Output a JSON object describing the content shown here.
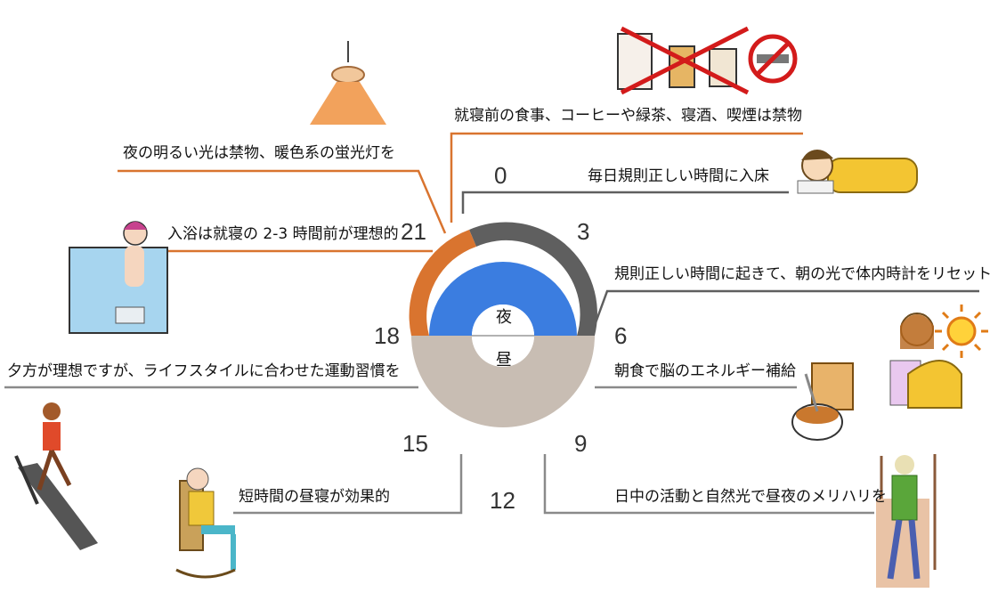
{
  "center": {
    "night": "夜",
    "day": "昼"
  },
  "hours": {
    "h0": "0",
    "h3": "3",
    "h6": "6",
    "h9": "9",
    "h12": "12",
    "h15": "15",
    "h18": "18",
    "h21": "21"
  },
  "labels": {
    "before_bed": "就寝前の食事、コーヒーや緑茶、寝酒、喫煙は禁物",
    "bright_light": "夜の明るい光は禁物、暖色系の蛍光灯を",
    "regular_bedtime": "毎日規則正しい時間に入床",
    "bath": "入浴は就寝の 2-3 時間前が理想的",
    "wake_reset": "規則正しい時間に起きて、朝の光で体内時計をリセット",
    "exercise": "夕方が理想ですが、ライフスタイルに合わせた運動習慣を",
    "breakfast": "朝食で脳のエネルギー補給",
    "nap": "短時間の昼寝が効果的",
    "daytime": "日中の活動と自然光で昼夜のメリハリを"
  },
  "colors": {
    "orange": "#d9742f",
    "gray": "#5f5f5f",
    "blue": "#3b7de0",
    "beige": "#c8bdb3",
    "line_gray": "#8a8a8a"
  },
  "icons": [
    "ceiling-lamp-icon",
    "no-drinks-icon",
    "no-smoking-icon",
    "sleeping-person-icon",
    "bathing-person-icon",
    "waking-person-icon",
    "sun-icon",
    "breakfast-icon",
    "treadmill-runner-icon",
    "rocking-chair-icon",
    "walking-person-icon"
  ]
}
